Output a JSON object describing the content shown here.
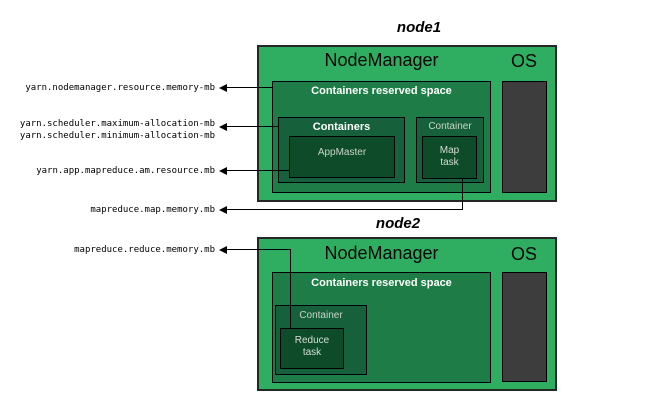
{
  "diagram": {
    "config_labels": {
      "nodemanager_memory": "yarn.nodemanager.resource.memory-mb",
      "scheduler_max": "yarn.scheduler.maximum-allocation-mb",
      "scheduler_min": "yarn.scheduler.minimum-allocation-mb",
      "am_resource": "yarn.app.mapreduce.am.resource.mb",
      "map_memory": "mapreduce.map.memory.mb",
      "reduce_memory": "mapreduce.reduce.memory.mb"
    },
    "node1": {
      "title": "node1",
      "nodemanager": "NodeManager",
      "os": "OS",
      "reserved": "Containers reserved space",
      "containers": "Containers",
      "appmaster": "AppMaster",
      "container": "Container",
      "task_line1": "Map",
      "task_line2": "task"
    },
    "node2": {
      "title": "node2",
      "nodemanager": "NodeManager",
      "os": "OS",
      "reserved": "Containers reserved space",
      "container": "Container",
      "task_line1": "Reduce",
      "task_line2": "task"
    },
    "colors": {
      "node_green": "#2fae61",
      "reserved_green": "#1e7c46",
      "container_green": "#16613b",
      "task_green": "#0e4c29",
      "os_gray": "#3d3d3d",
      "line_black": "#000000",
      "background": "#ffffff"
    }
  }
}
